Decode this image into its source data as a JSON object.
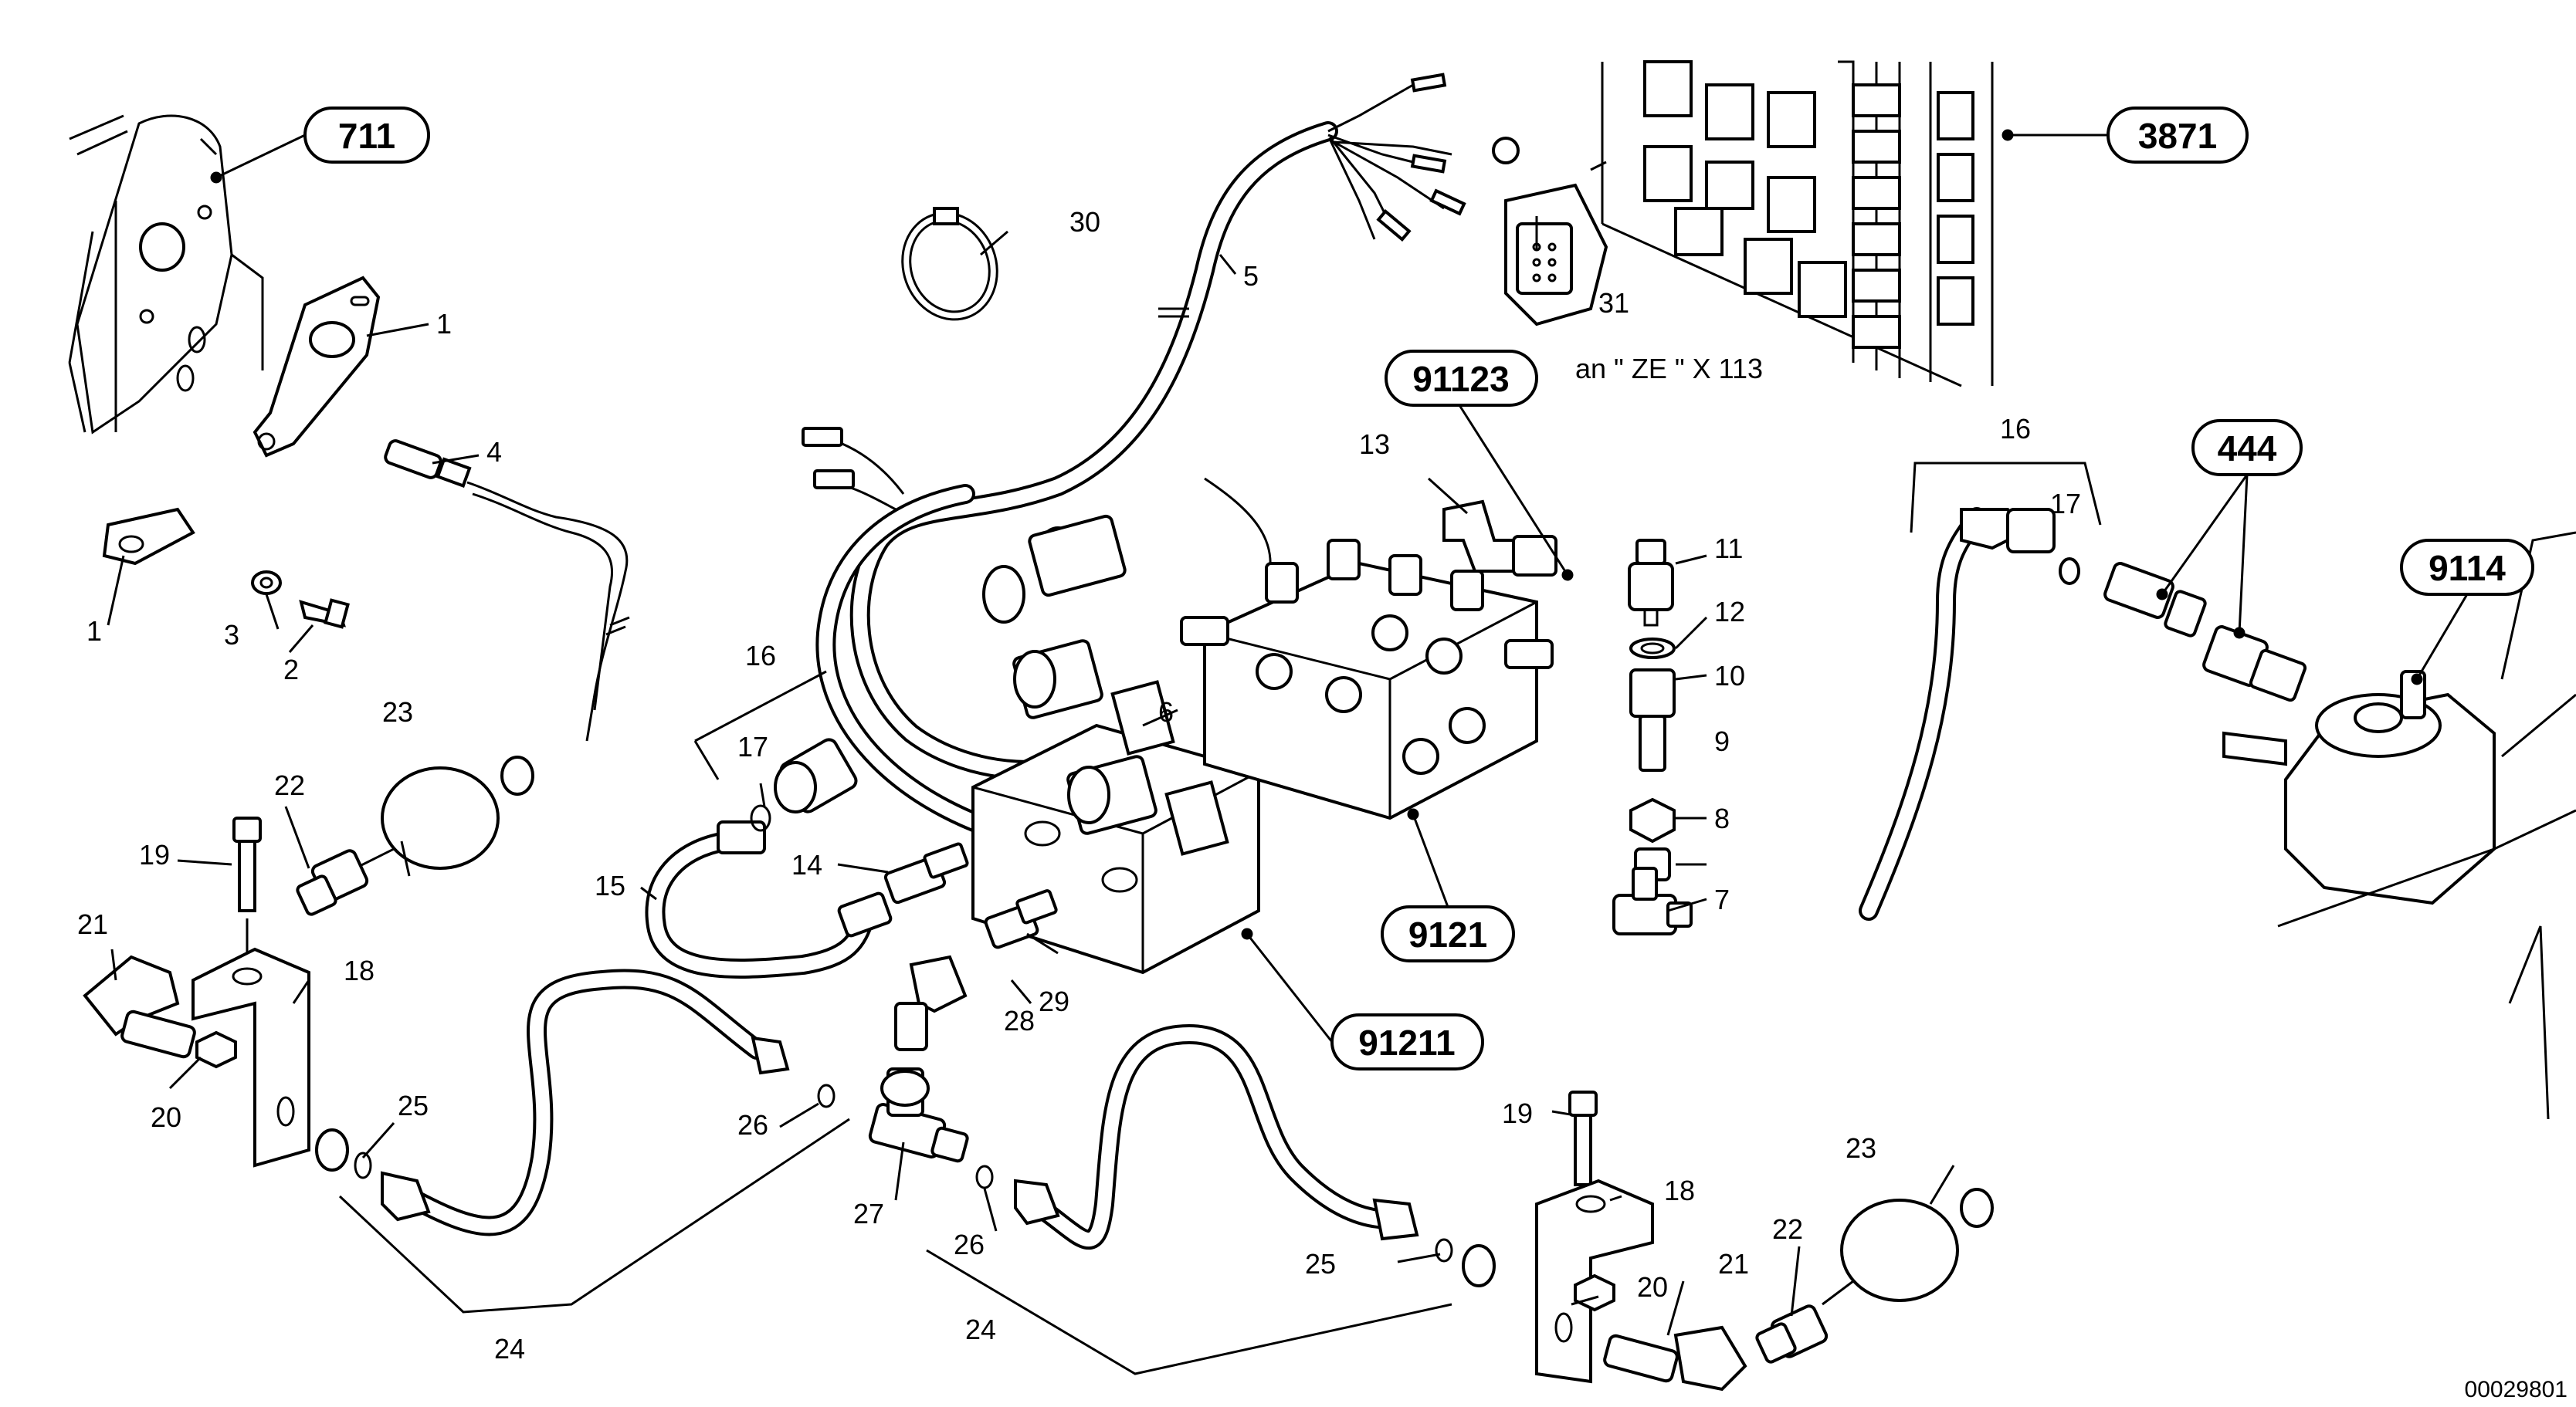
{
  "group_refs": [
    {
      "id": "711",
      "text": "711"
    },
    {
      "id": "3871",
      "text": "3871"
    },
    {
      "id": "91123",
      "text": "91123"
    },
    {
      "id": "444",
      "text": "444"
    },
    {
      "id": "9114",
      "text": "9114"
    },
    {
      "id": "9121",
      "text": "9121"
    },
    {
      "id": "91211",
      "text": "91211"
    }
  ],
  "connector_note": "an \" ZE \" X 113",
  "drawing_number": "00029801",
  "callouts": {
    "c1a": "1",
    "c1b": "1",
    "c2": "2",
    "c3": "3",
    "c4": "4",
    "c5": "5",
    "c6": "6",
    "c7": "7",
    "c8": "8",
    "c9": "9",
    "c10": "10",
    "c11": "11",
    "c12": "12",
    "c13": "13",
    "c14": "14",
    "c15": "15",
    "c16a": "16",
    "c16b": "16",
    "c17a": "17",
    "c17b": "17",
    "c18a": "18",
    "c18b": "18",
    "c19a": "19",
    "c19b": "19",
    "c20a": "20",
    "c20b": "20",
    "c21a": "21",
    "c21b": "21",
    "c22a": "22",
    "c22b": "22",
    "c23a": "23",
    "c23b": "23",
    "c24a": "24",
    "c24b": "24",
    "c25a": "25",
    "c25b": "25",
    "c26a": "26",
    "c26b": "26",
    "c27": "27",
    "c28": "28",
    "c29": "29",
    "c30": "30",
    "c31": "31"
  }
}
